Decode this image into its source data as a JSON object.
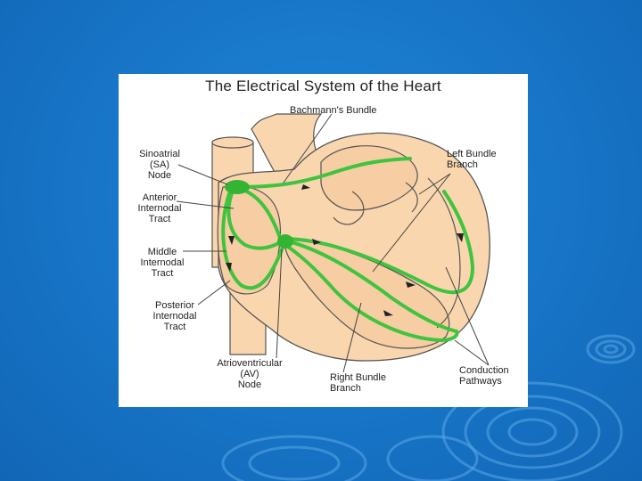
{
  "diagram": {
    "title": "The Electrical System of the Heart",
    "labels": {
      "bachmann": "Bachmann's Bundle",
      "sa_node": "Sinoatrial\n(SA)\nNode",
      "anterior": "Anterior\nInternodal\nTract",
      "middle": "Middle\nInternodal\nTract",
      "posterior": "Posterior\nInternodal\nTract",
      "av_node": "Atrioventricular\n(AV)\nNode",
      "right_bundle": "Right Bundle\nBranch",
      "left_bundle": "Left Bundle\nBranch",
      "conduction": "Conduction\nPathways"
    }
  },
  "colors": {
    "slide_bg": "#1774c6",
    "heart_fill": "#f9d6ae",
    "heart_stroke": "#555555",
    "pathway": "#3ec43e",
    "node": "#33b533",
    "arrow": "#222222",
    "panel_bg": "#ffffff"
  }
}
